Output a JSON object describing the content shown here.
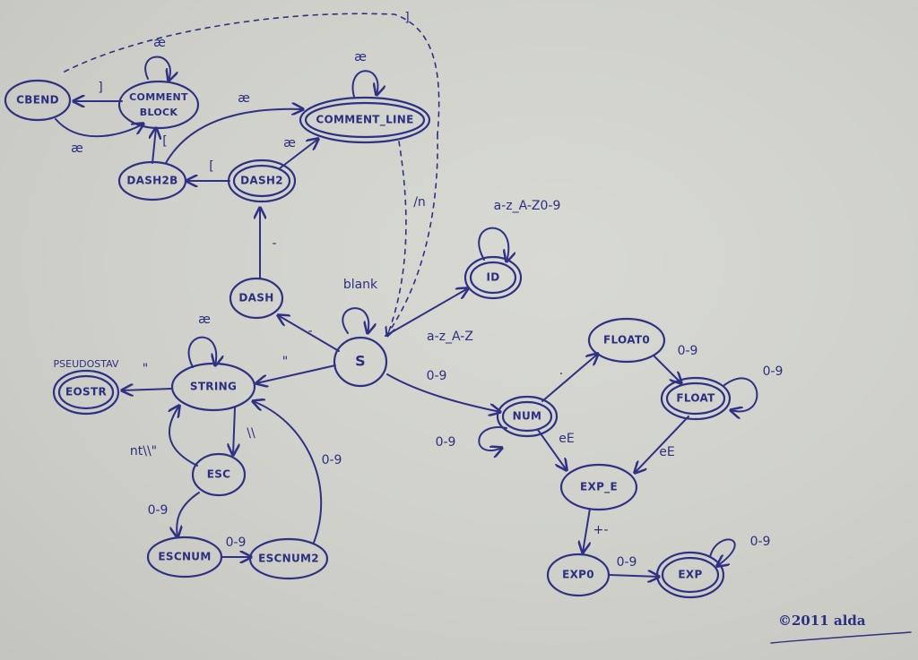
{
  "states": {
    "cbend": "CBEND",
    "comment_block": [
      "COMMENT",
      "BLOCK"
    ],
    "comment_line": "COMMENT_LINE",
    "dash2b": "DASH2B",
    "dash2": "DASH2",
    "dash": "DASH",
    "start": "S",
    "id": "ID",
    "string": "STRING",
    "eostr": "EOSTR",
    "esc": "ESC",
    "escnum": "ESCNUM",
    "escnum2": "ESCNUM2",
    "num": "NUM",
    "float0": "FLOAT0",
    "float": "FLOAT",
    "exp_e": "EXP_E",
    "exp0": "EXP0",
    "exp": "EXP"
  },
  "annotations": {
    "pseudostav": "PSEUDOSTAV"
  },
  "edges": {
    "any": "æ",
    "bracket_close": "]",
    "bracket_open": "[",
    "newline": "/n",
    "minus": "-",
    "blank": "blank",
    "letters": "a-z_A-Z",
    "id_loop": "a-z_A-Z0-9",
    "digits": "0-9",
    "quote": "\"",
    "backslash": "\\\\",
    "esc_chars": "nt\\\\\"",
    "dot": ".",
    "ee": "eE",
    "plus_minus": "+-"
  },
  "signature": "©2011 alda"
}
